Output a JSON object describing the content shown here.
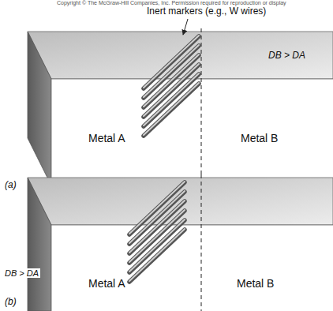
{
  "diagram": {
    "labels": [
      "Copyright © The McGraw-Hill Companies, Inc. Permission required for reproduction or display",
      "Inert markers (e.g., W wires)",
      "DB > DA",
      "Metal A",
      "Metal B",
      "(a)",
      "DB > DA",
      "Metal A",
      "Metal B",
      "(b)"
    ]
  }
}
